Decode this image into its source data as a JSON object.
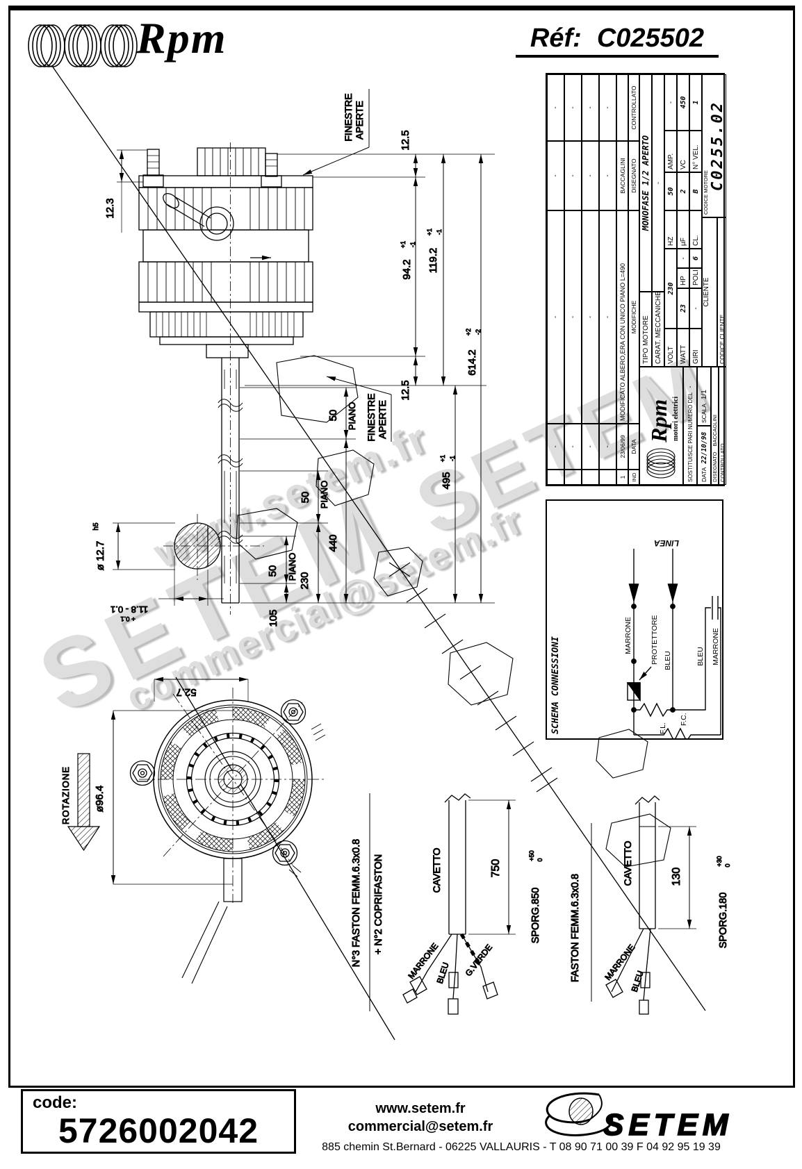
{
  "header": {
    "brand": "Rpm",
    "ref_label": "Réf:",
    "ref_value": "C025502"
  },
  "drawing": {
    "labels": {
      "finestre": "FINESTRE",
      "aperte": "APERTE",
      "piano": "PIANO",
      "rotazione": "ROTAZIONE"
    },
    "dims": {
      "d12_3": "12.3",
      "d12_5": "12.5",
      "d94_2": "94.2",
      "d119_2": "119.2",
      "d614_2": "614.2",
      "d495": "495",
      "d440": "440",
      "d230": "230",
      "d105": "105",
      "d50": "50",
      "tol_p1": "+1",
      "tol_m1": "-1",
      "tol_p2": "+2",
      "tol_m2": "-2",
      "shaft_dia": "ø 12.7",
      "shaft_fit": "h5",
      "shaft_flat": "11.8 - 0.1",
      "shaft_flat_tol": "+ 0.1",
      "front_dia": "ø96.4",
      "front_cc": "52.7"
    },
    "cable_left": {
      "title1": "N°3 FASTON FEMM.6.3x0.8",
      "title2": "+ N°2 COPRIFASTON",
      "cavetto": "CAVETTO",
      "length": "750",
      "sporg": "SPORG.850",
      "sporg_tol_p": "+50",
      "sporg_tol_m": "0",
      "wire1": "MARRONE",
      "wire2": "BLEU",
      "wire3": "G.VERDE"
    },
    "cable_right": {
      "title": "FASTON FEMM.6.3x0.8",
      "cavetto": "CAVETTO",
      "length": "130",
      "sporg": "SPORG.180",
      "sporg_tol_p": "+30",
      "sporg_tol_m": "0",
      "wire1": "MARRONE",
      "wire2": "BLEU"
    }
  },
  "titleblock": {
    "revisions": {
      "rows": [
        {
          "ind": "",
          "date": "-",
          "mod": "-",
          "dis": "-",
          "con": "-"
        },
        {
          "ind": "",
          "date": "-",
          "mod": "-",
          "dis": "-",
          "con": "-"
        },
        {
          "ind": "",
          "date": "-",
          "mod": "-",
          "dis": "-",
          "con": "-"
        },
        {
          "ind": "",
          "date": "-",
          "mod": "-",
          "dis": "-",
          "con": "-"
        },
        {
          "ind": "1",
          "date": "23/06/99",
          "mod": "MODIFICATO ALBERO,ERA CON UNICO PIANO L=490",
          "dis": "BACCAGLINI",
          "con": ""
        }
      ],
      "header": {
        "ind": "IND",
        "date": "DATA",
        "mod": "MODIFICHE",
        "dis": "DISEGNATO",
        "con": "CONTROLLATO"
      }
    },
    "brand": {
      "name": "Rpm",
      "sub": "motori elettrici"
    },
    "tipo_label": "TIPO MOTORE",
    "tipo": "MONOFASE 1/2 APERTO",
    "carat_label": "CARAT. MECCANICHE",
    "carat": "-",
    "volt_label": "VOLT",
    "volt": "230",
    "hz_label": "HZ",
    "hz": "50",
    "amp_label": "AMP.",
    "amp": "-",
    "watt_label": "WATT",
    "watt": "23",
    "hp_label": "HP",
    "hp": "-",
    "uf_label": "µF",
    "uf": "2",
    "vc_label": "VC",
    "vc": "450",
    "giri_label": "GIRI",
    "giri": "-",
    "poli_label": "POLI",
    "poli": "6",
    "cl_label": "CL.",
    "cl": "B",
    "nvel_label": "N° VEL.",
    "nvel": "1",
    "cliente_label": "CLIENTE",
    "codice_cliente_label": "CODICE CLIENTE",
    "codice_motore_label": "CODICE MOTORE",
    "codice_motore": "C0255.02",
    "sostituisce_label": "SOSTITUISCE PARI NUMERO DEL",
    "sostituisce": "-",
    "data_label": "DATA",
    "data": "22/10/98",
    "scala_label": "SCALA",
    "scala": "1/1",
    "disegnato_label": "DISEGNATO",
    "disegnato": "BACCAGLINI",
    "controllato_label": "CONTROLLATO"
  },
  "schema": {
    "title": "SCHEMA CONNESSIONI",
    "linea": "LINEA",
    "marrone_in": "MARRONE",
    "bleu_in": "BLEU",
    "protettore": "PROTETTORE",
    "fl": "F.L.",
    "fc": "F.C.",
    "bleu_cap": "BLEU",
    "marrone_cap": "MARRONE"
  },
  "watermarks": {
    "wm1": "www.setem.fr",
    "wm2": "SETEM",
    "wm3": "commercial@setem.fr",
    "wm4": "SETEM"
  },
  "footer": {
    "code_label": "code:",
    "code": "5726002042",
    "site": "www.setem.fr",
    "email": "commercial@setem.fr",
    "brand": "SETEM",
    "address": "885 chemin St.Bernard  -  06225 VALLAURIS  -  T 08 90 71 00 39   F 04 92 95 19 39"
  }
}
